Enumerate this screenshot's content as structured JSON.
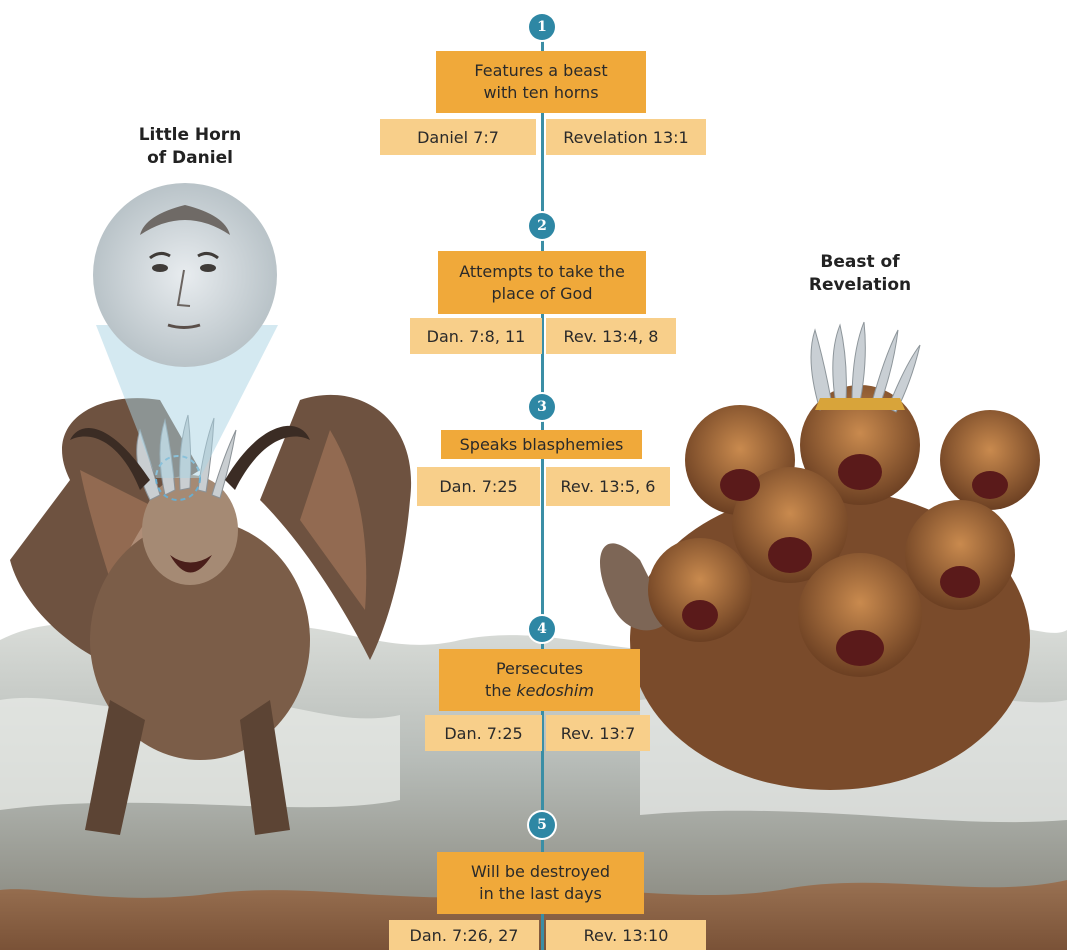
{
  "left_title": "Little Horn\nof Daniel",
  "right_title": "Beast of\nRevelation",
  "colors": {
    "timeline": "#3b8ea5",
    "number_badge": "#2e87a4",
    "feature_box": "#f0a93a",
    "reference_box": "#f8cf8a"
  },
  "items": [
    {
      "number": "1",
      "lines": [
        "Features a beast",
        "with ten horns"
      ],
      "daniel_ref": "Daniel 7:7",
      "revelation_ref": "Revelation 13:1"
    },
    {
      "number": "2",
      "lines": [
        "Attempts to take the",
        "place of God"
      ],
      "daniel_ref": "Dan. 7:8, 11",
      "revelation_ref": "Rev. 13:4, 8"
    },
    {
      "number": "3",
      "lines": [
        "Speaks blasphemies"
      ],
      "daniel_ref": "Dan. 7:25",
      "revelation_ref": "Rev. 13:5, 6"
    },
    {
      "number": "4",
      "lines": [
        "Persecutes",
        "the ",
        "kedoshim"
      ],
      "daniel_ref": "Dan. 7:25",
      "revelation_ref": "Rev. 13:7"
    },
    {
      "number": "5",
      "lines": [
        "Will be destroyed",
        "in the last days"
      ],
      "daniel_ref": "Dan. 7:26, 27",
      "revelation_ref": "Rev. 13:10"
    }
  ]
}
